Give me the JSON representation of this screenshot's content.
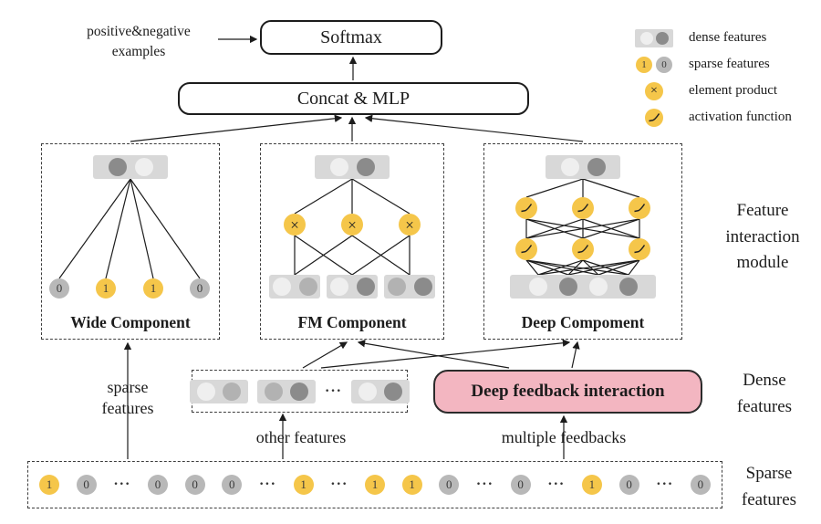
{
  "top": {
    "examples_label": "positive&negative\nexamples",
    "softmax_label": "Softmax",
    "concat_mlp_label": "Concat & MLP"
  },
  "legend": {
    "items": [
      {
        "icon": "dense-features-icon",
        "label": "dense features",
        "shades": [
          "light",
          "dark"
        ]
      },
      {
        "icon": "sparse-features-icon",
        "label": "sparse features",
        "values": [
          "1",
          "0"
        ]
      },
      {
        "icon": "element-product-icon",
        "label": "element product",
        "symbol": "×"
      },
      {
        "icon": "activation-function-icon",
        "label": "activation function"
      }
    ]
  },
  "components": {
    "wide": {
      "title": "Wide Component",
      "top_bar_shades": [
        "dark",
        "light"
      ],
      "input_cells": [
        {
          "value": "0",
          "type": "gray"
        },
        {
          "value": "1",
          "type": "yellow"
        },
        {
          "value": "1",
          "type": "yellow"
        },
        {
          "value": "0",
          "type": "gray"
        }
      ]
    },
    "fm": {
      "title": "FM Component",
      "top_bar_shades": [
        "light",
        "dark"
      ],
      "product_symbol": "×",
      "bottom_bars": [
        [
          "light",
          "mid"
        ],
        [
          "light",
          "dark"
        ],
        [
          "mid",
          "dark"
        ]
      ]
    },
    "deep": {
      "title": "Deep Compoment",
      "top_bar_shades": [
        "light",
        "dark"
      ],
      "bottom_bar_shades": [
        "light",
        "dark",
        "light",
        "dark"
      ]
    }
  },
  "side_labels": {
    "module": "Feature\ninteraction\nmodule",
    "dense": "Dense\nfeatures",
    "sparse": "Sparse\nfeatures"
  },
  "middle": {
    "sparse_arrow_label": "sparse\nfeatures",
    "other_features_pairs": [
      [
        "light",
        "mid"
      ],
      [
        "mid",
        "dark"
      ],
      [
        "light",
        "dark"
      ]
    ],
    "other_features_dots": "···",
    "other_features_label": "other features",
    "feedback_box_label": "Deep feedback interaction",
    "feedback_label": "multiple feedbacks"
  },
  "sparse_row": [
    "1",
    "0",
    "···",
    "0",
    "0",
    "0",
    "···",
    "1",
    "···",
    "1",
    "1",
    "0",
    "···",
    "0",
    "···",
    "1",
    "0",
    "···",
    "0"
  ],
  "colors": {
    "yellow": "#F5C64A",
    "gray_cell": "#B8B8B8",
    "light_circle": "#EFEFEF",
    "mid_circle": "#B2B2B2",
    "dark_circle": "#8B8B8B",
    "bar_bg": "#D8D8D8",
    "pink": "#F3B6C1",
    "line": "#1c1c1c"
  }
}
